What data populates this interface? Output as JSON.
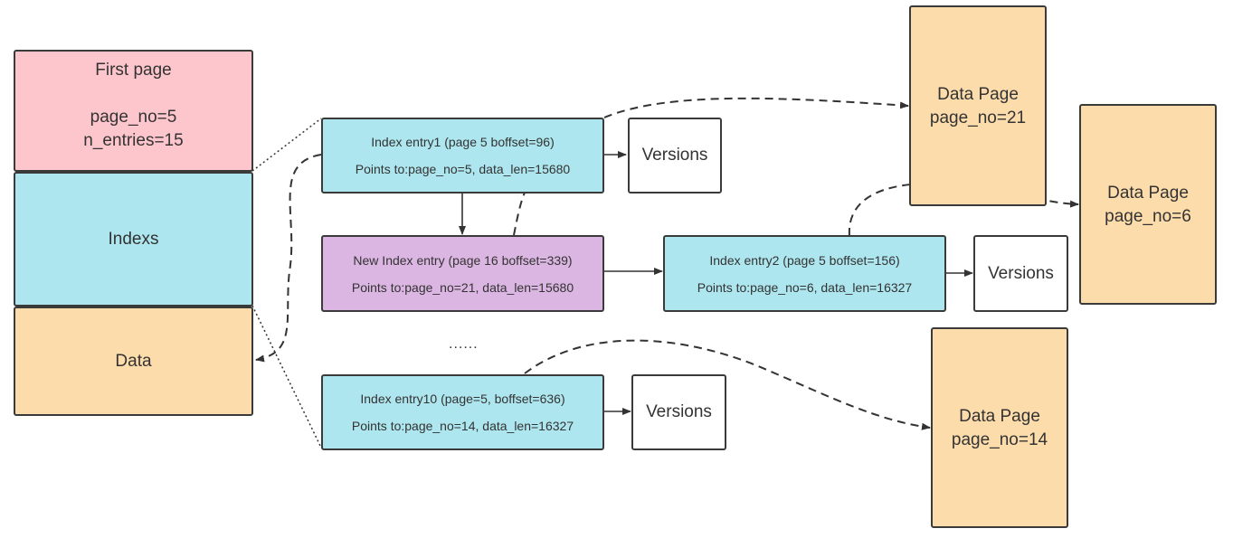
{
  "first_page": {
    "title": "First page",
    "line1": "page_no=5",
    "line2": "n_entries=15"
  },
  "indexs_label": "Indexs",
  "data_label": "Data",
  "index_entry1": {
    "title": "Index entry1 (page 5 boffset=96)",
    "detail": "Points to:page_no=5, data_len=15680"
  },
  "new_index_entry": {
    "title": "New Index entry (page 16 boffset=339)",
    "detail": "Points to:page_no=21, data_len=15680"
  },
  "index_entry2": {
    "title": "Index entry2 (page 5 boffset=156)",
    "detail": "Points to:page_no=6, data_len=16327"
  },
  "index_entry10": {
    "title": "Index entry10 (page=5, boffset=636)",
    "detail": "Points to:page_no=14, data_len=16327"
  },
  "ellipsis": "......",
  "versions_label": "Versions",
  "data_pages": [
    {
      "title": "Data Page",
      "page_no": "page_no=21"
    },
    {
      "title": "Data Page",
      "page_no": "page_no=6"
    },
    {
      "title": "Data Page",
      "page_no": "page_no=14"
    }
  ],
  "colors": {
    "first_page": "#fdc5cc",
    "index_entry": "#ade6ee",
    "data": "#fddcac",
    "new_index_entry": "#dcb6e2"
  }
}
